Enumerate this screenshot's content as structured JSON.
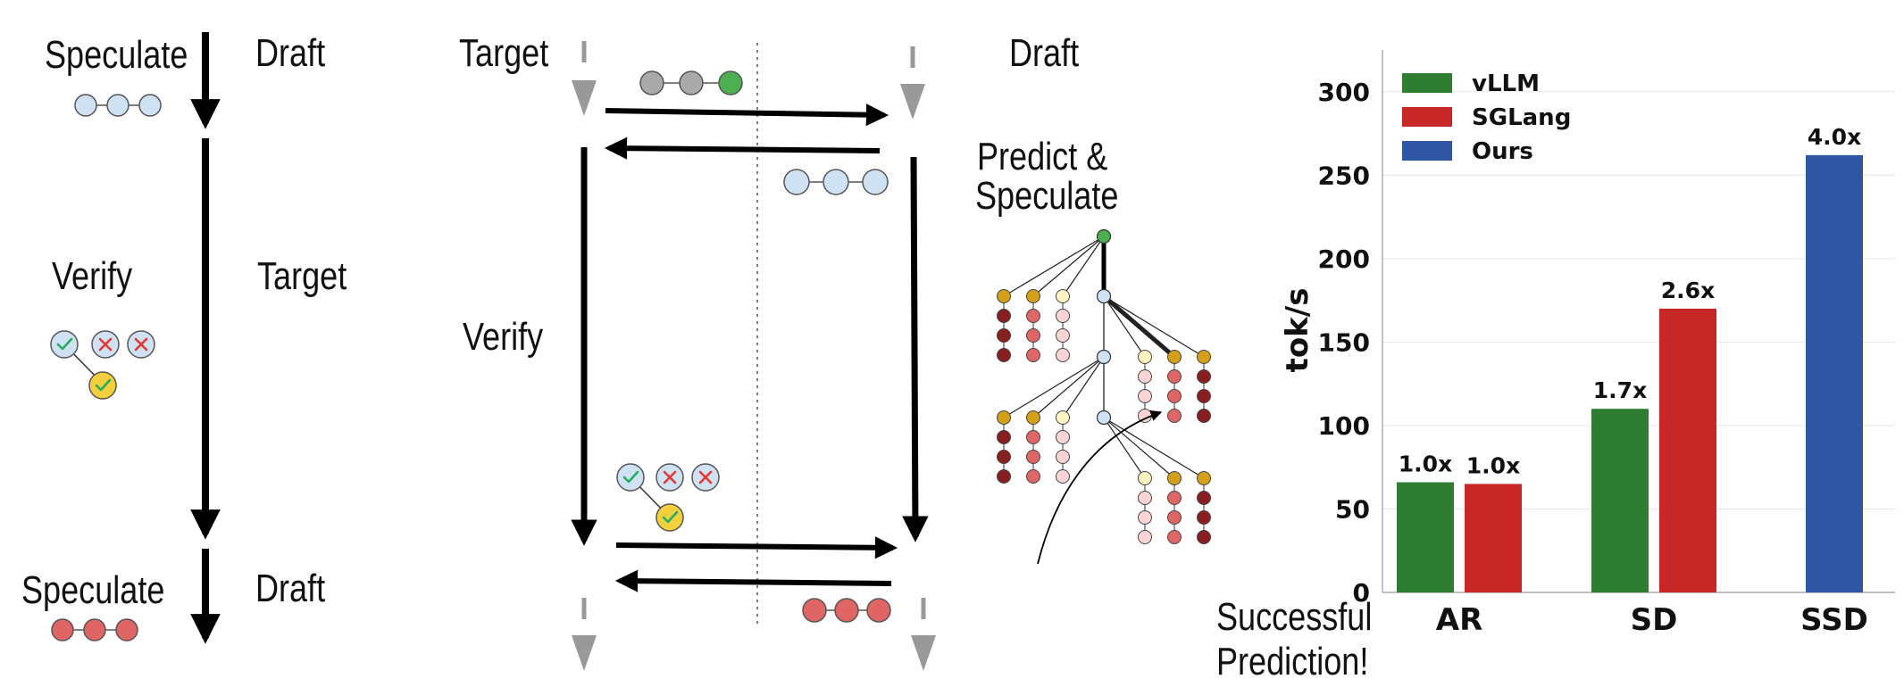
{
  "diagram": {
    "left": {
      "speculate_top": "Speculate",
      "draft_top": "Draft",
      "verify": "Verify",
      "target": "Target",
      "speculate_bottom": "Speculate",
      "draft_bottom": "Draft"
    },
    "middle": {
      "target": "Target",
      "draft": "Draft",
      "verify": "Verify",
      "predict_line1": "Predict &",
      "predict_line2": "Speculate",
      "success_line1": "Successful",
      "success_line2": "Prediction!"
    }
  },
  "colors": {
    "vllm": "#2e7d32",
    "sglang": "#c62828",
    "ours": "#2f56a3",
    "token_light": "#cfe2f3",
    "token_red": "#e06666",
    "accept": "#f4d03f",
    "node_gold": "#d4a017",
    "node_dark": "#8b1e1e"
  },
  "chart_data": {
    "type": "bar",
    "categories": [
      "AR",
      "SD",
      "SSD"
    ],
    "series": [
      {
        "name": "vLLM",
        "values": [
          66,
          110,
          null
        ],
        "color": "#2e7d32"
      },
      {
        "name": "SGLang",
        "values": [
          65,
          170,
          null
        ],
        "color": "#c62828"
      },
      {
        "name": "Ours",
        "values": [
          null,
          null,
          262
        ],
        "color": "#2f56a3"
      }
    ],
    "data_labels": [
      {
        "category": "AR",
        "series": "vLLM",
        "text": "1.0x"
      },
      {
        "category": "AR",
        "series": "SGLang",
        "text": "1.0x"
      },
      {
        "category": "SD",
        "series": "vLLM",
        "text": "1.7x"
      },
      {
        "category": "SD",
        "series": "SGLang",
        "text": "2.6x"
      },
      {
        "category": "SSD",
        "series": "Ours",
        "text": "4.0x"
      }
    ],
    "ylabel": "tok/s",
    "xlabel": "",
    "ylim": [
      0,
      325
    ],
    "yticks": [
      0,
      50,
      100,
      150,
      200,
      250,
      300
    ],
    "grid": true,
    "legend": "top-left"
  }
}
